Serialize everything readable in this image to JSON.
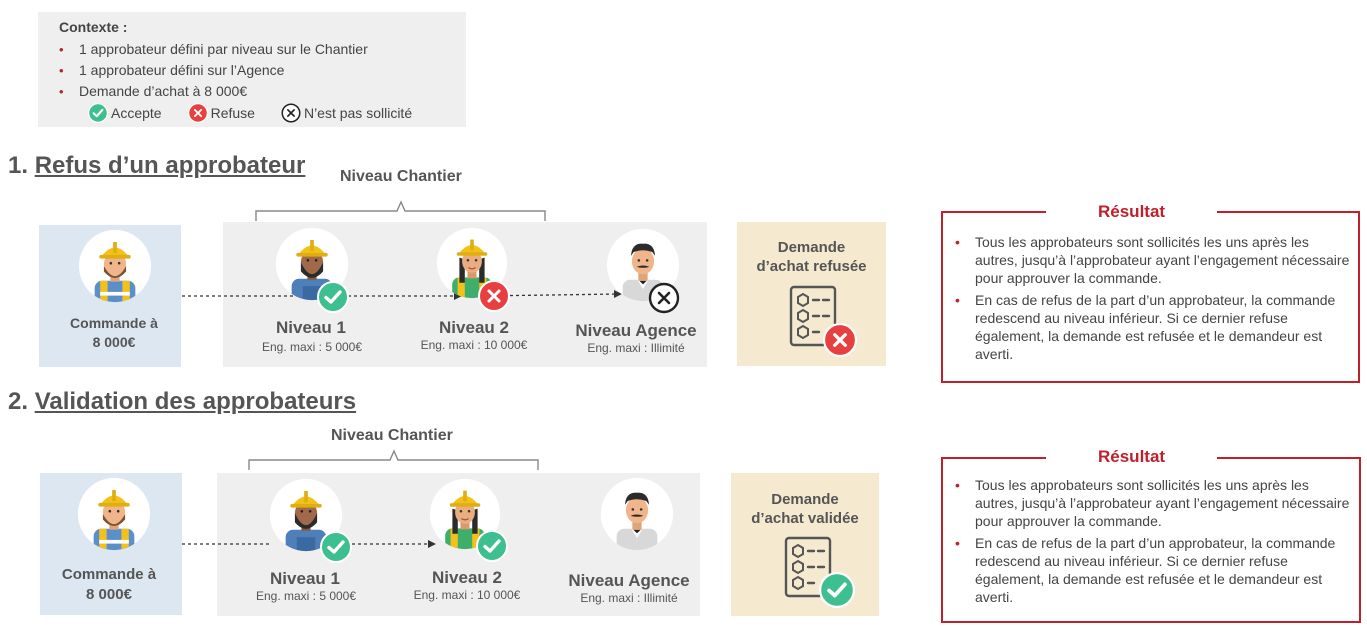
{
  "context": {
    "title": "Contexte :",
    "items": [
      "1 approbateur défini par niveau sur le Chantier",
      "1 approbateur défini sur l’Agence",
      "Demande d’achat à 8 000€"
    ],
    "legend": {
      "accept": "Accepte",
      "refuse": "Refuse",
      "not_requested": "N’est pas sollicité"
    }
  },
  "colors": {
    "accept": "#3dbf8f",
    "refuse": "#e84040",
    "frame": "#c0202a",
    "command_bg": "#dce7f2",
    "panel_bg": "#efefef",
    "result_bg": "#f5ead0"
  },
  "section1": {
    "number": "1.",
    "title": "Refus d’un approbateur",
    "niveau_chantier": "Niveau Chantier",
    "command": [
      "Commande à",
      "8 000€"
    ],
    "levels": [
      {
        "name": "Niveau 1",
        "limit": "Eng. maxi : 5 000€",
        "status": "accept"
      },
      {
        "name": "Niveau 2",
        "limit": "Eng. maxi : 10 000€",
        "status": "refuse"
      },
      {
        "name": "Niveau Agence",
        "limit": "Eng. maxi : Illimité",
        "status": "not_requested"
      }
    ],
    "result": [
      "Demande",
      "d’achat refusée"
    ],
    "result_icon": "checklist-refused-icon",
    "resultat_title": "Résultat",
    "resultat_items": [
      "Tous les approbateurs sont sollicités les uns après les autres, jusqu’à l’approbateur ayant l’engagement nécessaire pour approuver la commande.",
      "En cas de refus de la part d’un approbateur, la commande redescend au niveau inférieur. Si ce dernier refuse également, la demande est refusée et le demandeur est averti."
    ]
  },
  "section2": {
    "number": "2.",
    "title": "Validation des approbateurs",
    "niveau_chantier": "Niveau Chantier",
    "command": [
      "Commande à",
      "8 000€"
    ],
    "levels": [
      {
        "name": "Niveau 1",
        "limit": "Eng. maxi : 5 000€",
        "status": "accept"
      },
      {
        "name": "Niveau 2",
        "limit": "Eng. maxi : 10 000€",
        "status": "accept"
      },
      {
        "name": "Niveau Agence",
        "limit": "Eng. maxi : Illimité",
        "status": "none"
      }
    ],
    "result": [
      "Demande",
      "d’achat validée"
    ],
    "result_icon": "checklist-validated-icon",
    "resultat_title": "Résultat",
    "resultat_items": [
      "Tous les approbateurs sont sollicités les uns après les autres, jusqu’à l’approbateur ayant l’engagement nécessaire pour approuver la commande.",
      "En cas de refus de la part d’un approbateur, la commande redescend au niveau inférieur. Si ce dernier refuse également, la demande est refusée et le demandeur est averti."
    ]
  }
}
